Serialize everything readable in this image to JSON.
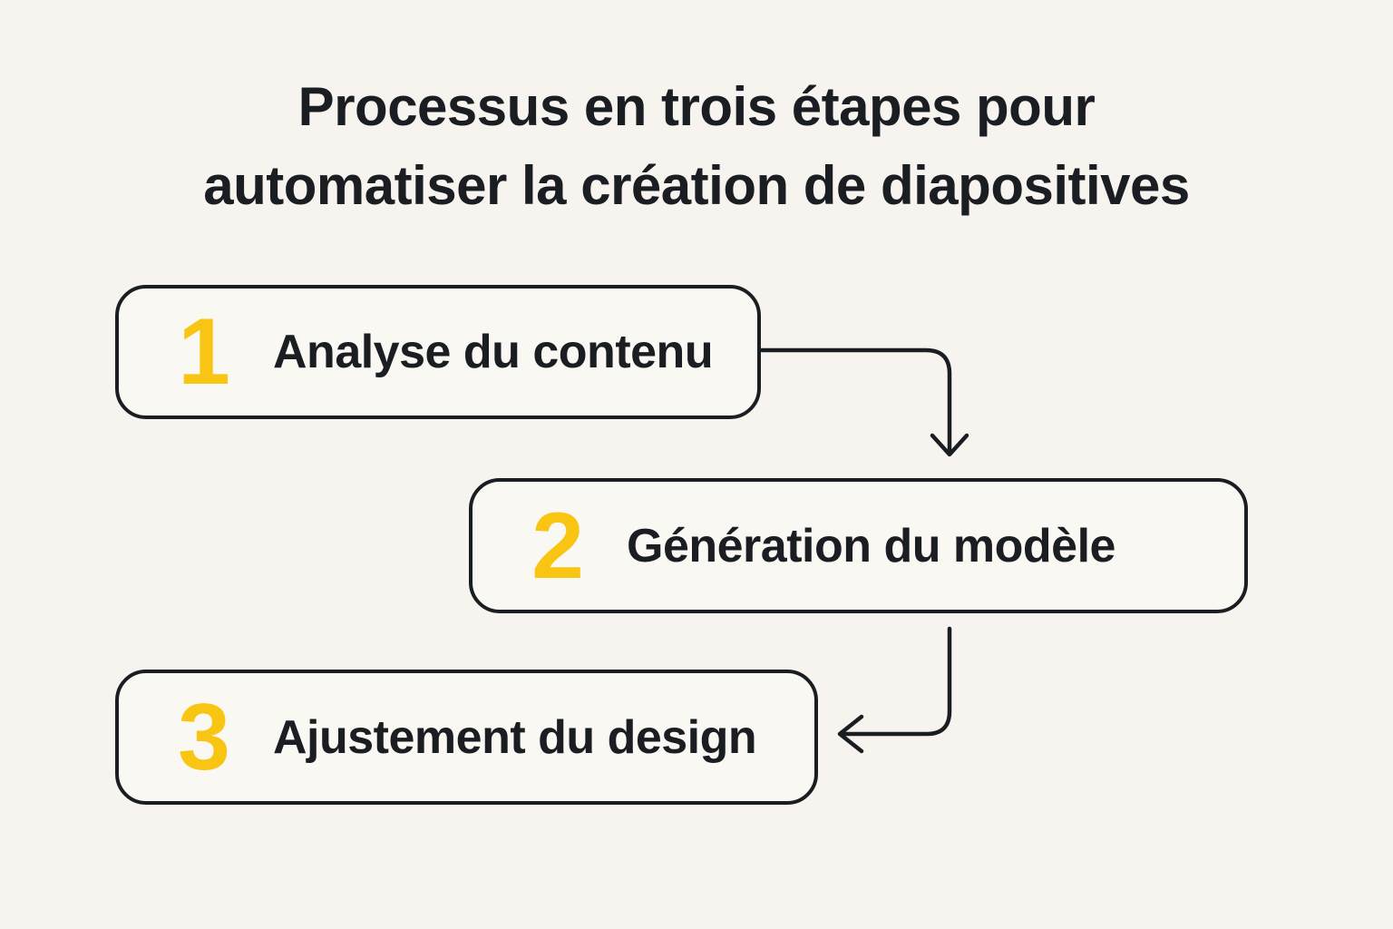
{
  "title": {
    "text": "Processus en trois étapes pour automatiser la création de diapositives",
    "lines": [
      "Processus en trois étapes pour",
      "automatiser la création de diapositives"
    ]
  },
  "steps": [
    {
      "number": "1",
      "label": "Analyse du contenu"
    },
    {
      "number": "2",
      "label": "Génération du modèle"
    },
    {
      "number": "3",
      "label": "Ajustement du design"
    }
  ],
  "arrows": [
    {
      "from": "step-1",
      "to": "step-2",
      "direction": "right-then-down"
    },
    {
      "from": "step-2",
      "to": "step-3",
      "direction": "down-then-left"
    }
  ],
  "colors": {
    "background": "#F7F4EF",
    "box_fill": "#FAF8F3",
    "ink": "#1A1D21",
    "accent_yellow": "#F9C513"
  }
}
